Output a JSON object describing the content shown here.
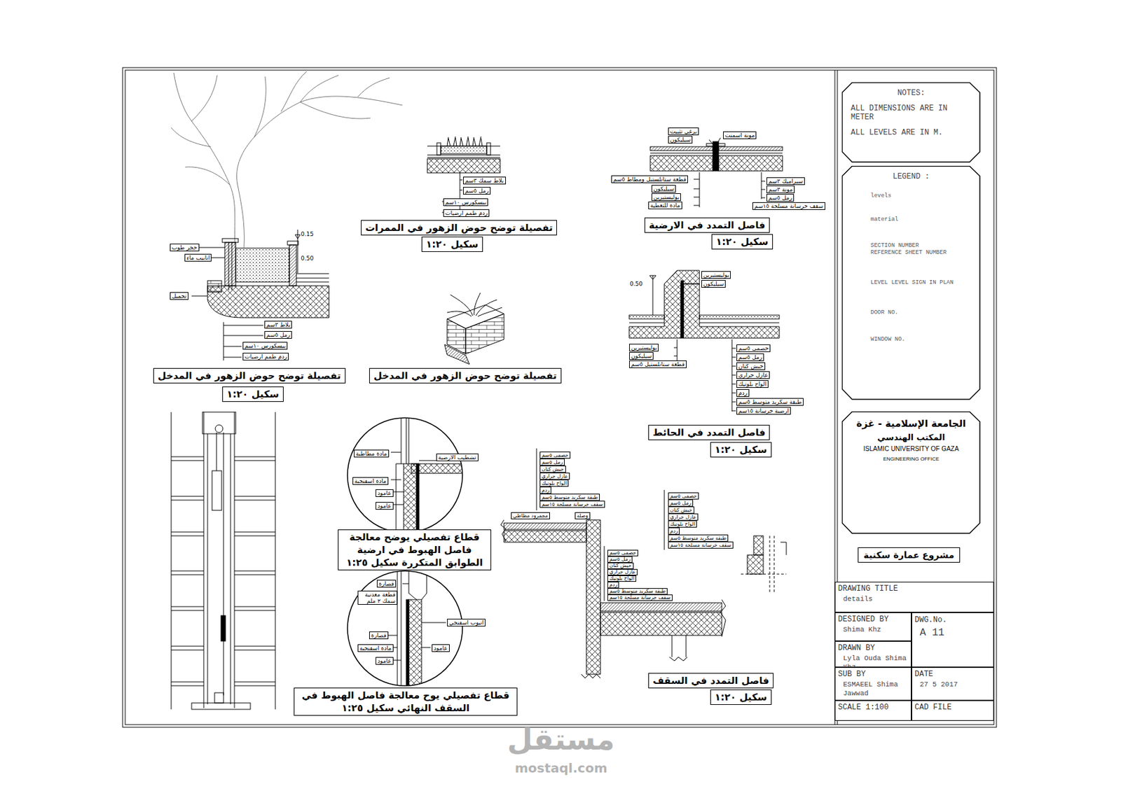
{
  "diagram": {
    "nodes": [
      {
        "text": [
          "NOTES:",
          "ALL DIMENSIONS ARE IN METER",
          "ALL LEVELS ARE IN M."
        ]
      },
      {
        "text": [
          "LEGEND :"
        ]
      },
      {
        "text": [
          "الجامعة الإسلامية - غزة",
          "المكتب الهندسي",
          "ISLAMIC UNIVERSITY OF GAZA",
          "ENGINEERING OFFICE"
        ]
      },
      {
        "text": [
          "مشروع عمارة سكنية"
        ]
      },
      {
        "text": [
          "DRAWING TITLE",
          "details"
        ]
      },
      {
        "text": [
          "DESIGNED BY",
          "Shima Khz"
        ]
      },
      {
        "text": [
          "DWG.No.",
          "A 11"
        ]
      },
      {
        "text": [
          "DRAWN BY",
          "Lyla Ouda Shima Khz"
        ]
      },
      {
        "text": [
          "SUB BY",
          "ESMAEEL Shima Jawwad"
        ]
      },
      {
        "text": [
          "DATE",
          "27 5 2017"
        ]
      },
      {
        "text": [
          "SCALE 1:100"
        ]
      },
      {
        "text": [
          "CAD FILE"
        ]
      },
      {
        "text": [
          "تفصيلة توضح حوض الزهور في الممرات"
        ]
      },
      {
        "text": [
          "سكيل ١:٢٠"
        ]
      },
      {
        "text": [
          "فاصل التمدد في الارضية"
        ]
      },
      {
        "text": [
          "سكيل ١:٢٠"
        ]
      },
      {
        "text": [
          "تفصيلة توضح حوض الزهور في المدخل"
        ]
      },
      {
        "text": [
          "سكيل ١:٢٠"
        ]
      },
      {
        "text": [
          "تفصيلة توضح حوض الزهور في المدخل"
        ]
      },
      {
        "text": [
          "فاصل التمدد في الحائط"
        ]
      },
      {
        "text": [
          "سكيل ١:٢٠"
        ]
      },
      {
        "text": [
          "قطاع تفصيلي يوضح معالجة فاصل الهبوط في ارضية الطوابق المتكررة سكيل ١:٢٥"
        ]
      },
      {
        "text": [
          "قطاع تفصيلي يوح معالجة فاصل الهبوط في السقف النهائي سكيل ١:٢٥"
        ]
      },
      {
        "text": [
          "فاصل التمدد في السقف"
        ]
      },
      {
        "text": [
          "سكيل ١:٢٠"
        ]
      }
    ],
    "labels": [
      "بلاط سمك ٣سم",
      "رمل ٥سم",
      "بيسكورس ١٠سم",
      "ردم طمم ارضيات",
      "حجر طوب",
      "انابيب ماء",
      "تجميل",
      "0.15",
      "0.50",
      "بلاط ٣سم",
      "رمل ٥سم",
      "بيسكورس ١٠سم",
      "ردم طمم ارضيات",
      "برغي تثبيت",
      "سيليكون",
      "مونة اسمنت",
      "قطعة ستانلستيل ومطاط ٥سم",
      "سيليكون",
      "بوليستيرين",
      "مادة للتغطية",
      "سيراميك ٣سم",
      "مونة ٣سم",
      "رمل ٥سم",
      "سقف خرسانة مسلحة ١٥سم",
      "بوليستيرين",
      "سيليكون",
      "0.50",
      "بوليستيرين",
      "سيليكون",
      "قطعة ستانلستيل ٥سم",
      "حصمى ٥سم",
      "رمل ٥سم",
      "خيش كتان",
      "عازل حراري",
      "الواح بلوتيك",
      "ردم",
      "طبقة سكريد متوسط ٥سم",
      "ارضية خرسانة ١٥سم",
      "مادة مطاطية",
      "تشطيب الارضية",
      "مادة اسفنجية",
      "عامود",
      "عامود",
      "قصارة",
      "قطعة معدنية سمك ٢ ملم",
      "انبوب اسفنجي",
      "قصارة",
      "مادة اسفنجية",
      "عامود",
      "عامود",
      "حصمى ٥سم",
      "رمل ٥سم",
      "خيش كتان",
      "عازل حراري",
      "الواح بلوتيك",
      "ردم",
      "طبقة سكريد متوسط ٥سم",
      "سقف خرسانة مسلحة ١٥سم",
      "وصلة",
      "مجمرود مطاطي",
      "حصمى ٥سم",
      "رمل ٥سم",
      "خيش كتان",
      "عازل حراري",
      "الواح بلوتيك",
      "ردم",
      "طبقة سكريد متوسط ٥سم",
      "سقف خرسانة مسلحة ١٥سم",
      "حصمى ٥سم",
      "رمل ٥سم",
      "خيش كتان",
      "عازل حراري",
      "الواح بلوتيك",
      "ردم",
      "طبقة سكريد متوسط ٥سم",
      "سقف خرسانة مسلحة ١٥سم",
      "مستقل",
      "mostaql.com"
    ],
    "legend": [
      {
        "text": "levels"
      },
      {
        "text": "material"
      },
      {
        "text": "SECTION NUMBER REFERENCE SHEET NUMBER"
      },
      {
        "text": "LEVEL LEVEL SIGN IN PLAN"
      },
      {
        "text": "DOOR NO."
      },
      {
        "text": "WINDOW NO."
      }
    ]
  }
}
